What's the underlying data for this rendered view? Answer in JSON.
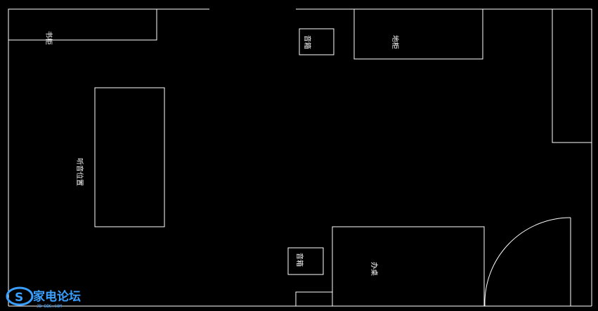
{
  "colors": {
    "background": "#000000",
    "lines": "#ffffff",
    "logo": "#3aa0ff"
  },
  "labels": {
    "bookcase": "书柜",
    "listening_position": "听音位置",
    "speaker_left": "音箱",
    "tv_cabinet": "地柜",
    "speaker_right": "音箱",
    "desk": "办桌"
  },
  "watermark": {
    "text": "家电论坛",
    "sub": "JD-BBS.COM"
  }
}
